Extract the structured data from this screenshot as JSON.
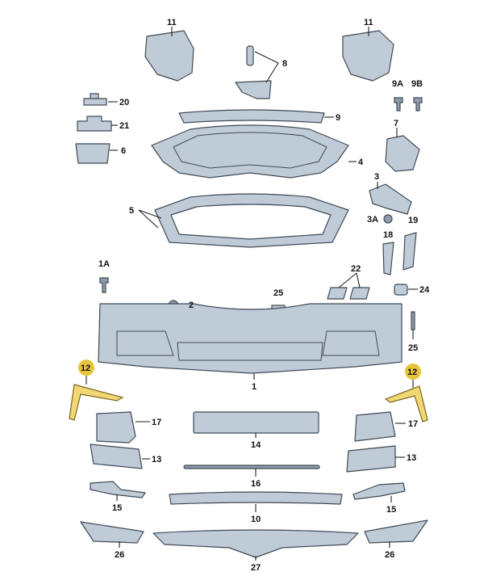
{
  "labels": {
    "p11a": "11",
    "p11b": "11",
    "p8": "8",
    "p9a": "9A",
    "p9b": "9B",
    "p20": "20",
    "p21": "21",
    "p6": "6",
    "p9": "9",
    "p7": "7",
    "p4": "4",
    "p3": "3",
    "p5": "5",
    "p3a": "3A",
    "p19": "19",
    "p18": "18",
    "p1a": "1A",
    "p22": "22",
    "p25a": "25",
    "p24": "24",
    "p2": "2",
    "p25b": "25",
    "p1": "1",
    "p12a": "12",
    "p12b": "12",
    "p17a": "17",
    "p17b": "17",
    "p14": "14",
    "p13a": "13",
    "p13b": "13",
    "p16": "16",
    "p15a": "15",
    "p15b": "15",
    "p10": "10",
    "p26a": "26",
    "p26b": "26",
    "p27": "27"
  },
  "colors": {
    "part": "#bfcbd7",
    "outline": "#3f4a55",
    "highlight": "#f2d774",
    "badge": "#e8c43a"
  }
}
